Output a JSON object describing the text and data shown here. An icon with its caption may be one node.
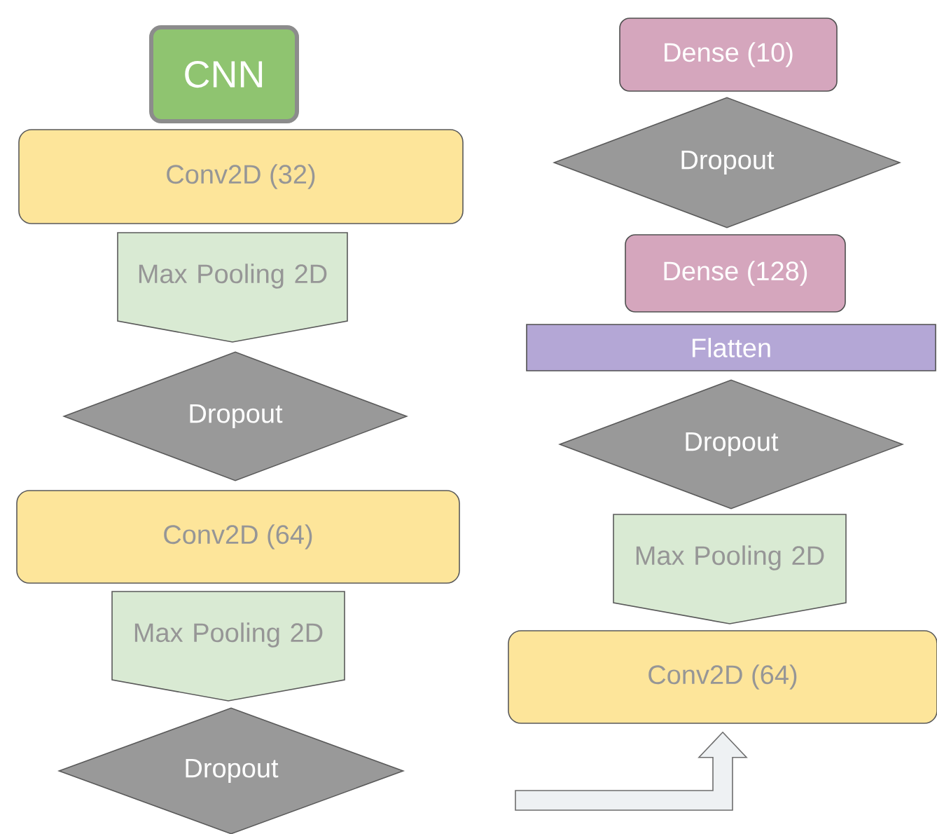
{
  "diagram": {
    "nodes": [
      {
        "text": [
          "CNN"
        ]
      },
      {
        "text": [
          "Conv2D (32)"
        ]
      },
      {
        "text": [
          "Max Pooling 2D"
        ]
      },
      {
        "text": [
          "Dropout"
        ]
      },
      {
        "text": [
          "Conv2D (64)"
        ]
      },
      {
        "text": [
          "Max Pooling 2D"
        ]
      },
      {
        "text": [
          "Dropout"
        ]
      },
      {
        "text": [
          "Dense (10)"
        ]
      },
      {
        "text": [
          "Dropout"
        ]
      },
      {
        "text": [
          "Dense (128)"
        ]
      },
      {
        "text": [
          "Flatten"
        ]
      },
      {
        "text": [
          "Dropout"
        ]
      },
      {
        "text": [
          "Max Pooling 2D"
        ]
      },
      {
        "text": [
          "Conv2D (64)"
        ]
      }
    ],
    "edges": [
      {
        "from": null,
        "to": 13,
        "arrow": "to"
      }
    ]
  }
}
